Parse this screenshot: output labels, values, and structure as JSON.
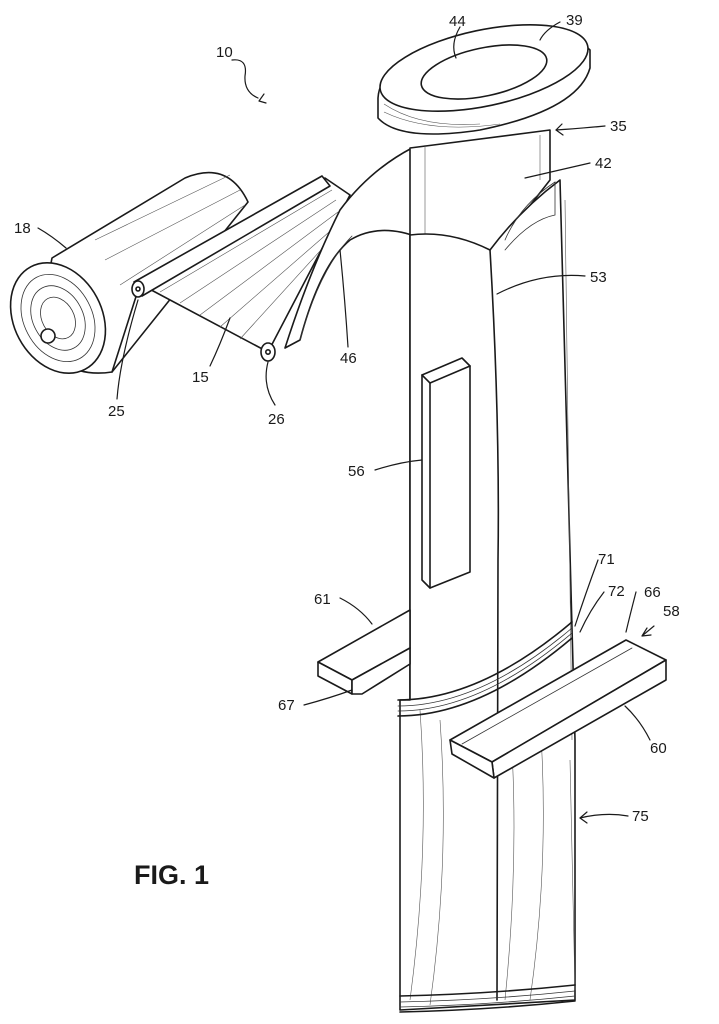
{
  "figure_label": "FIG. 1",
  "reference_numerals": {
    "n10": "10",
    "n15": "15",
    "n18": "18",
    "n25": "25",
    "n26": "26",
    "n35": "35",
    "n39": "39",
    "n42": "42",
    "n44": "44",
    "n46": "46",
    "n53": "53",
    "n56": "56",
    "n58": "58",
    "n60": "60",
    "n61": "61",
    "n66": "66",
    "n67": "67",
    "n71": "71",
    "n72": "72",
    "n75": "75"
  }
}
